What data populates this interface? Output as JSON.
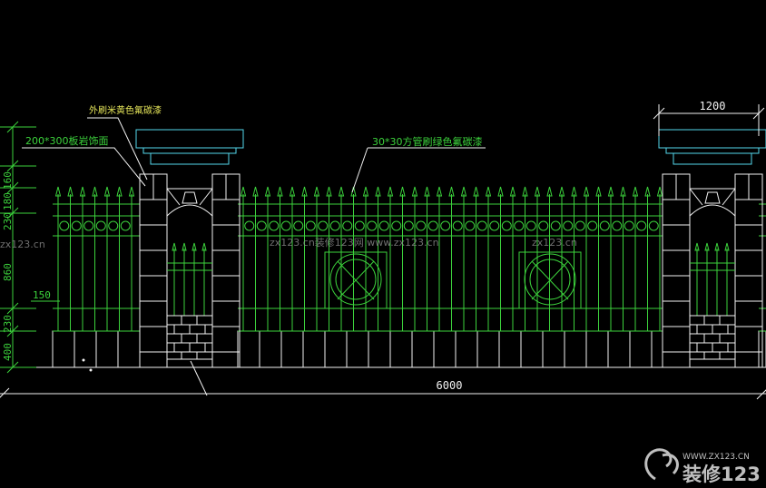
{
  "annotations": {
    "pillar_note": "外刷米黄色氟碳漆",
    "stone_note": "200*300板岩饰面",
    "tube_note": "30*30方管刷绿色氟碳漆"
  },
  "dimensions": {
    "pillar_width": "1200",
    "total_width": "6000",
    "inner_offset": "150",
    "vertical": [
      "160",
      "180",
      "230",
      "860",
      "230",
      "400"
    ]
  },
  "watermarks": {
    "left": "zx123.cn",
    "mid": "zx123.cn装修123网 www.zx123.cn",
    "right": "zx123.cn"
  },
  "brand": {
    "url": "WWW.ZX123.CN",
    "name": "装修123"
  },
  "colors": {
    "background": "#000000",
    "line_green": "#3cd23c",
    "line_white": "#f2f2f2",
    "line_cyan": "#55d7ec",
    "line_yellow": "#e6e65a"
  }
}
